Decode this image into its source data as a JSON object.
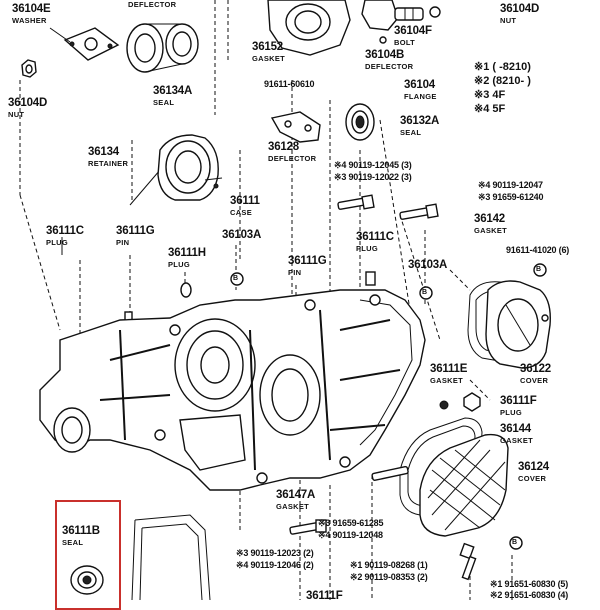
{
  "labels": {
    "l_36104e": {
      "num": "36104E",
      "name": "WASHER"
    },
    "l_36104d_left": {
      "num": "36104D",
      "name": "NUT"
    },
    "l_deflector_top": {
      "name": "DEFLECTOR"
    },
    "l_36134a": {
      "num": "36134A",
      "name": "SEAL"
    },
    "l_36152": {
      "num": "36152",
      "name": "GASKET"
    },
    "l_36104f": {
      "num": "36104F",
      "name": "BOLT"
    },
    "l_36104b": {
      "num": "36104B",
      "name": "DEFLECTOR"
    },
    "l_36104": {
      "num": "36104",
      "name": "FLANGE"
    },
    "l_36104d_right": {
      "num": "36104D",
      "name": "NUT"
    },
    "l_91611_60610": {
      "num": "91611-60610"
    },
    "l_36132a": {
      "num": "36132A",
      "name": "SEAL"
    },
    "l_36134": {
      "num": "36134",
      "name": "RETAINER"
    },
    "l_36128": {
      "num": "36128",
      "name": "DEFLECTOR"
    },
    "l_36111": {
      "num": "36111",
      "name": "CASE"
    },
    "l_36111c_left": {
      "num": "36111C",
      "name": "PLUG"
    },
    "l_36111g_left": {
      "num": "36111G",
      "name": "PIN"
    },
    "l_36103a_left": {
      "num": "36103A"
    },
    "l_36111h": {
      "num": "36111H",
      "name": "PLUG"
    },
    "l_36111g_mid": {
      "num": "36111G",
      "name": "PIN"
    },
    "l_36111c_right": {
      "num": "36111C",
      "name": "PLUG"
    },
    "l_36103a_right": {
      "num": "36103A"
    },
    "l_36142": {
      "num": "36142",
      "name": "GASKET"
    },
    "l_91611_41020": {
      "num": "91611-41020 (6)"
    },
    "l_36122": {
      "num": "36122",
      "name": "COVER"
    },
    "l_36111e": {
      "num": "36111E",
      "name": "GASKET"
    },
    "l_36111f": {
      "num": "36111F",
      "name": "PLUG"
    },
    "l_36144": {
      "num": "36144",
      "name": "GASKET"
    },
    "l_36124": {
      "num": "36124",
      "name": "COVER"
    },
    "l_36147a": {
      "num": "36147A",
      "name": "GASKET"
    },
    "l_36111b": {
      "num": "36111B",
      "name": "SEAL"
    },
    "l_36111f_bottom": {
      "num": "36111F"
    }
  },
  "bolts": {
    "b1": "※4 90119-12045 (3)",
    "b2": "※3 90119-12022 (3)",
    "b3": "※4 90119-12047",
    "b4": "※3 91659-61240",
    "b5": "※3 91659-61285",
    "b6": "※4 90119-12048",
    "b7": "※3 90119-12023 (2)",
    "b8": "※4 90119-12046 (2)",
    "b9": "※1 90119-08268 (1)",
    "b10": "※2 90119-08353 (2)",
    "b11": "※1 91651-60830 (5)",
    "b12": "※2 91651-60830 (4)"
  },
  "footnotes": [
    "※1 (        -8210)",
    "※2 (8210-        )",
    "※3 4F",
    "※4 5F"
  ],
  "badge_letter": "B"
}
